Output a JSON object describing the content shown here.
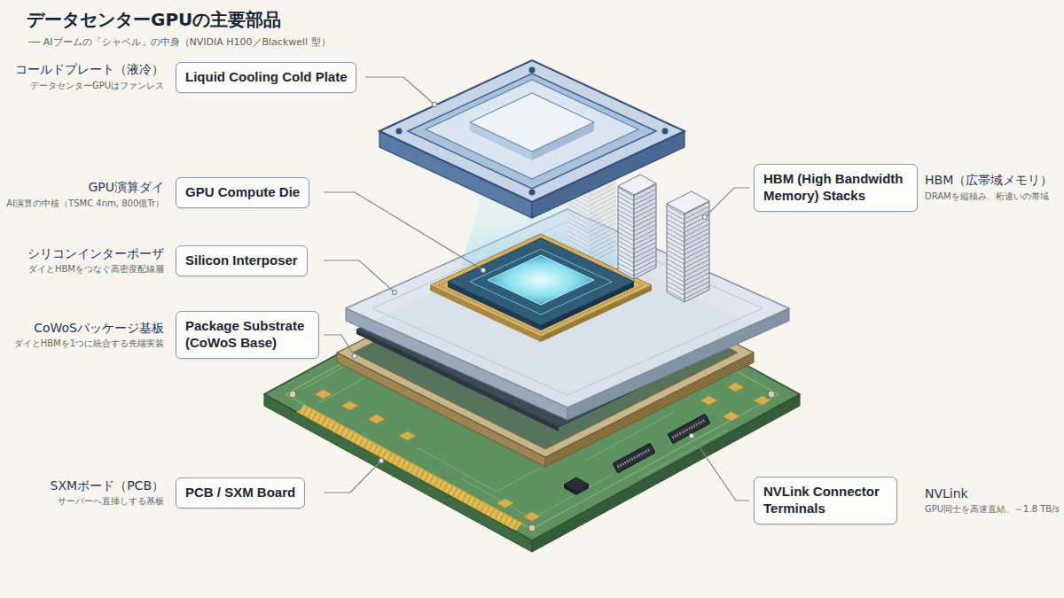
{
  "diagram": {
    "title": "データセンターGPUの主要部品",
    "nodes": [
      {
        "text": [
          "Liquid Cooling Cold Plate"
        ]
      },
      {
        "text": [
          "GPU Compute Die"
        ]
      },
      {
        "text": [
          "HBM (High Bandwidth Memory) Stacks"
        ]
      },
      {
        "text": [
          "Silicon Interposer"
        ]
      },
      {
        "text": [
          "Package Substrate (CoWoS Base)"
        ]
      },
      {
        "text": [
          "PCB / SXM Board"
        ]
      },
      {
        "text": [
          "NVLink Connector Terminals"
        ]
      }
    ],
    "labels": [
      "── AIブームの「シャベル」の中身（NVIDIA H100／Blackwell 型）",
      "コールドプレート（液冷）",
      "データセンターGPUはファンレス",
      "GPU演算ダイ",
      "AI演算の中核（TSMC 4nm, 800億Tr）",
      "HBM（広帯域メモリ）",
      "DRAMを縦積み、桁違いの帯域",
      "シリコンインターポーザ",
      "ダイとHBMをつなぐ高密度配線層",
      "CoWoSパッケージ基板",
      "ダイとHBMを1つに統合する先端実装",
      "SXMボード（PCB）",
      "サーバーへ直挿しする基板",
      "NVLink",
      "GPU同士を高速直結、～1.8 TB/s"
    ]
  }
}
